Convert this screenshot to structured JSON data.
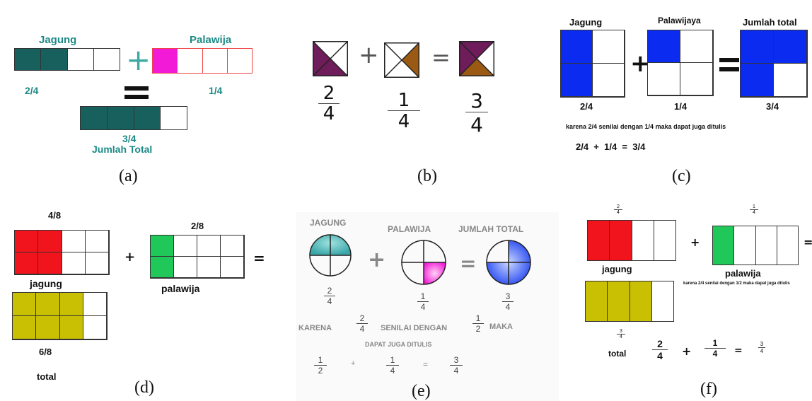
{
  "colors": {
    "teal": "#18605e",
    "pink": "#f21ad6",
    "purple": "#6e1d5a",
    "brown": "#9a5a14",
    "blue": "#0b2cf0",
    "red": "#f2141c",
    "green": "#20c85a",
    "olive": "#c9c004"
  },
  "panel_a": {
    "label_jagung": "Jagung",
    "label_palawija": "Palawija",
    "frac_jagung": "2/4",
    "frac_palawija": "1/4",
    "frac_total": "3/4",
    "label_total": "Jumlah Total",
    "plus": "+",
    "equals": "=",
    "caption": "(a)"
  },
  "panel_b": {
    "plus": "+",
    "equals": "=",
    "f1_num": "2",
    "f1_den": "4",
    "f2_num": "1",
    "f2_den": "4",
    "f3_num": "3",
    "f3_den": "4",
    "caption": "(b)"
  },
  "panel_c": {
    "label_jagung": "Jagung",
    "label_palawijaya": "Palawijaya",
    "label_total": "Jumlah total",
    "frac_jagung": "2/4",
    "frac_palawijaya": "1/4",
    "frac_total": "3/4",
    "plus": "+",
    "equals": "=",
    "note": "karena 2/4 senilai dengan 1/4 maka dapat juga ditulis",
    "equation": "2/4  +  1/4  =  3/4",
    "caption": "(c)"
  },
  "panel_d": {
    "frac_jagung": "4/8",
    "frac_palawija": "2/8",
    "label_jagung": "jagung",
    "label_palawija": "palawija",
    "frac_total": "6/8",
    "label_total": "total",
    "plus": "+",
    "equals": "=",
    "caption": "(d)"
  },
  "panel_e": {
    "label_jagung": "JAGUNG",
    "label_palawija": "PALAWIJA",
    "label_total": "JUMLAH TOTAL",
    "plus": "+",
    "equals": "=",
    "f1_num": "2",
    "f1_den": "4",
    "f2_num": "1",
    "f2_den": "4",
    "f3_num": "3",
    "f3_den": "4",
    "text_karena": "KARENA",
    "text_senilai": "SENILAI DENGAN",
    "text_maka": "MAKA",
    "text_dapat": "DAPAT JUGA DITULIS",
    "s1_num": "2",
    "s1_den": "4",
    "s2_num": "1",
    "s2_den": "2",
    "e1_num": "1",
    "e1_den": "2",
    "e2_num": "1",
    "e2_den": "4",
    "e3_num": "3",
    "e3_den": "4",
    "eq_plus": "+",
    "eq_equals": "=",
    "caption": "(e)"
  },
  "panel_f": {
    "top1_num": "2",
    "top1_den": "4",
    "top2_num": "1",
    "top2_den": "4",
    "label_jagung": "jagung",
    "label_palawija": "palawija",
    "plus": "+",
    "equals": "=",
    "note": "karena 2/4 senilai dengan 1/2 maka dapat juga ditulis",
    "total_num": "3",
    "total_den": "4",
    "label_total": "total",
    "eq1_num": "2",
    "eq1_den": "4",
    "eq2_num": "1",
    "eq2_den": "4",
    "eq3_num": "3",
    "eq3_den": "4",
    "eq_plus": "+",
    "eq_equals": "=",
    "caption": "(f)"
  }
}
